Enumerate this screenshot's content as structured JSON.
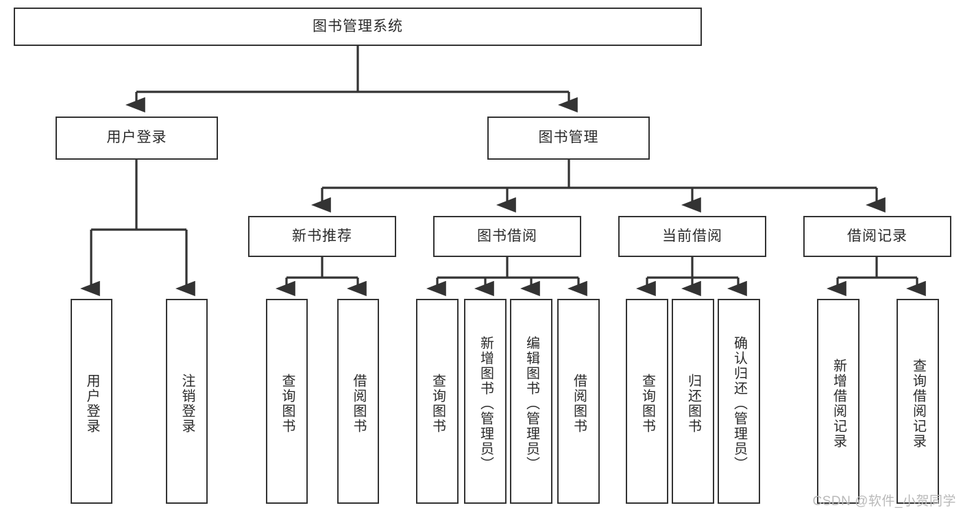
{
  "diagram": {
    "type": "tree-hierarchy-diagram",
    "title": "图书管理系统",
    "colors": {
      "box_border": "#333333",
      "box_fill": "#ffffff",
      "line": "#333333",
      "text": "#2b2b2b",
      "watermark": "#b9b9b9",
      "background": "#ffffff"
    },
    "levels": {
      "level1": [
        {
          "id": "root",
          "label": "图书管理系统"
        }
      ],
      "level2": [
        {
          "id": "user-login",
          "label": "用户登录"
        },
        {
          "id": "book-manage",
          "label": "图书管理"
        }
      ],
      "level3": [
        {
          "id": "new-book-recommend",
          "label": "新书推荐"
        },
        {
          "id": "book-borrow",
          "label": "图书借阅"
        },
        {
          "id": "current-borrow",
          "label": "当前借阅"
        },
        {
          "id": "borrow-record",
          "label": "借阅记录"
        }
      ],
      "level4": [
        {
          "id": "leaf-user-login",
          "label": "用户登录",
          "parent": "user-login"
        },
        {
          "id": "leaf-user-logout",
          "label": "注销登录",
          "parent": "user-login"
        },
        {
          "id": "leaf-query-book-1",
          "label": "查询图书",
          "parent": "new-book-recommend"
        },
        {
          "id": "leaf-borrow-book-1",
          "label": "借阅图书",
          "parent": "new-book-recommend"
        },
        {
          "id": "leaf-query-book-2",
          "label": "查询图书",
          "parent": "book-borrow"
        },
        {
          "id": "leaf-add-book",
          "label": "新增图书（管理员）",
          "parent": "book-borrow"
        },
        {
          "id": "leaf-edit-book",
          "label": "编辑图书（管理员）",
          "parent": "book-borrow"
        },
        {
          "id": "leaf-borrow-book-2",
          "label": "借阅图书",
          "parent": "book-borrow"
        },
        {
          "id": "leaf-query-book-3",
          "label": "查询图书",
          "parent": "current-borrow"
        },
        {
          "id": "leaf-return-book",
          "label": "归还图书",
          "parent": "current-borrow"
        },
        {
          "id": "leaf-confirm-return",
          "label": "确认归还（管理员）",
          "parent": "current-borrow"
        },
        {
          "id": "leaf-add-record",
          "label": "新增借阅记录",
          "parent": "borrow-record"
        },
        {
          "id": "leaf-query-record",
          "label": "查询借阅记录",
          "parent": "borrow-record"
        }
      ]
    }
  },
  "watermark": {
    "text": "CSDN @软件_小贺同学"
  }
}
